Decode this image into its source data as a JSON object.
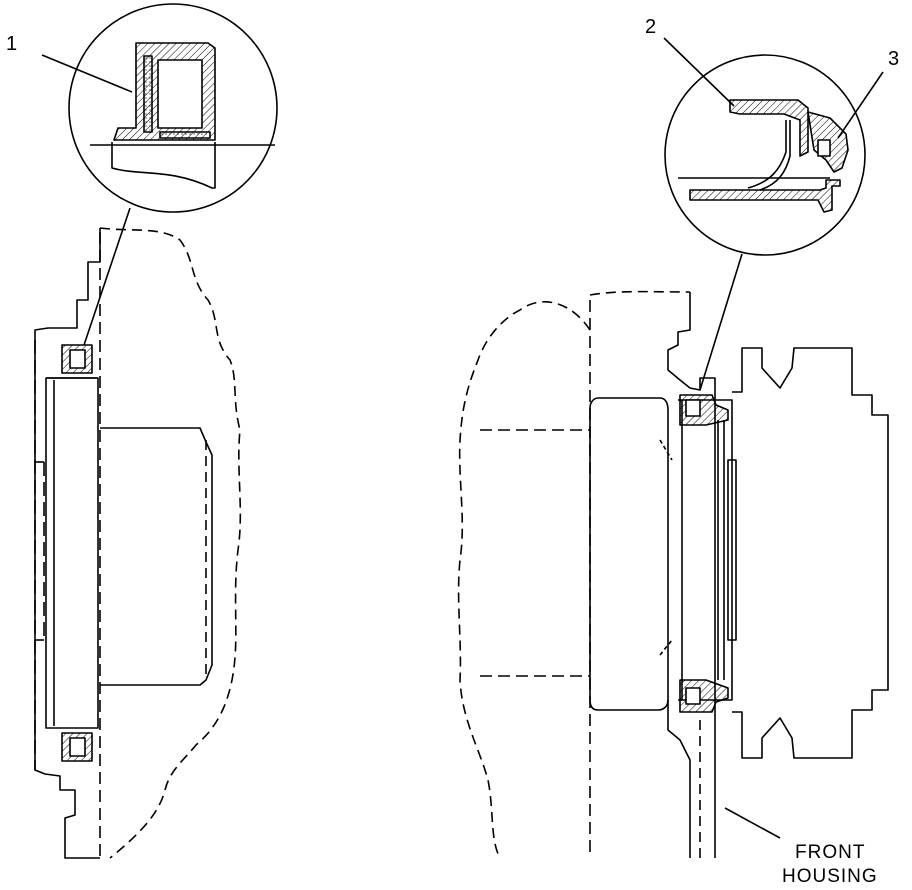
{
  "callouts": {
    "one": "1",
    "two": "2",
    "three": "3"
  },
  "front_housing_label": {
    "line1": "FRONT",
    "line2": "HOUSING"
  },
  "colors": {
    "ink": "#000000",
    "paper": "#ffffff"
  }
}
